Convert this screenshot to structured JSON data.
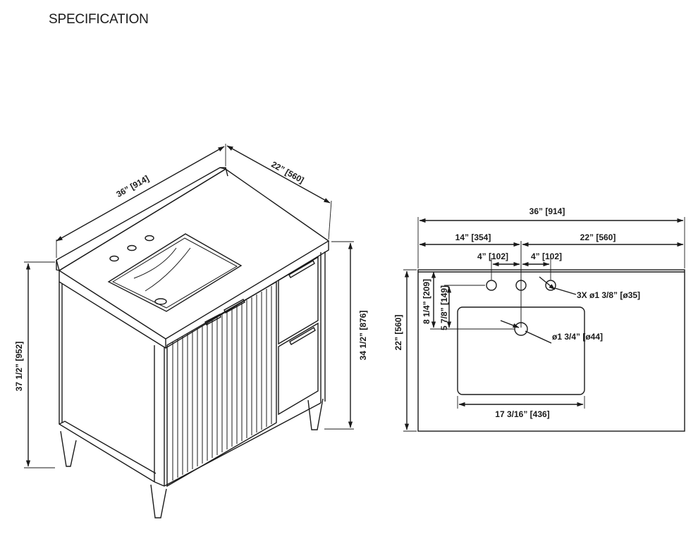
{
  "title": "SPECIFICATION",
  "perspective_view": {
    "width": "36” [914]",
    "depth": "22” [560]",
    "overall_height": "37 1/2” [952]",
    "counter_height": "34 1/2” [876]"
  },
  "top_view": {
    "overall_width": "36” [914]",
    "left_to_center": "14” [354]",
    "right_to_center": "22” [560]",
    "hole_spacing_left": "4” [102]",
    "hole_spacing_right": "4” [102]",
    "faucet_holes": "3X ø1 3/8” [ø35]",
    "drain_hole": "ø1 3/4” [ø44]",
    "depth": "22” [560]",
    "drain_from_back": "8 1/4” [209]",
    "faucet_to_drain": "5 7/8” [149]",
    "basin_width": "17 3/16” [436]"
  }
}
